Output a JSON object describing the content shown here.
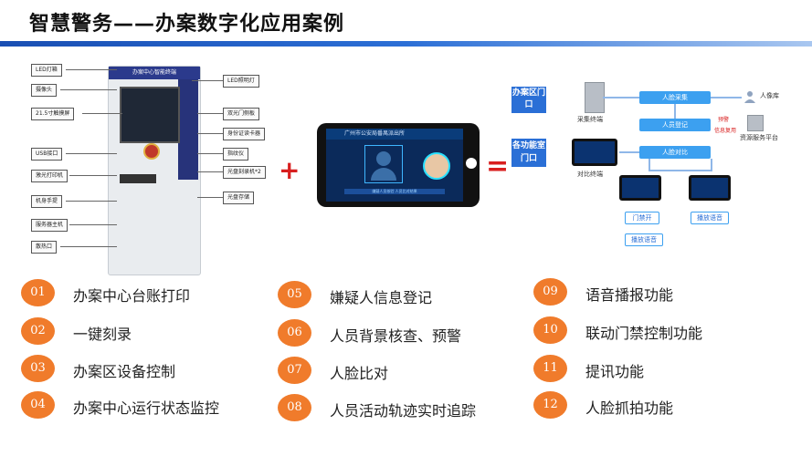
{
  "header": {
    "title": "智慧警务——办案数字化应用案例"
  },
  "kiosk": {
    "screen_title": "办案中心智能终端",
    "labels_left": [
      "LED灯箱",
      "摄像头",
      "21.5寸触摸屏",
      "USB接口",
      "激光打印机",
      "机身手提",
      "服务器主机",
      "散热口"
    ],
    "labels_right": [
      "LED照明灯",
      "双光门侧板",
      "身份证读卡器",
      "指纹仪",
      "光盘刻录机*2",
      "光盘存储"
    ]
  },
  "operators": {
    "plus": "+",
    "equals": "="
  },
  "phone": {
    "bar_title": "广州市公安局番禺派出所",
    "caption": "嫌疑人员核验 人员比对结果"
  },
  "flow": {
    "zone1": "办案区门口",
    "zone2": "各功能室门口",
    "collect_terminal": "采集终端",
    "compare_terminal": "对比终端",
    "face_collect": "人脸采集",
    "person_register": "人员登记",
    "face_compare": "人脸对比",
    "portrait_db": "人像库",
    "resource_platform": "资源服务平台",
    "warning": "预警",
    "info_review": "信息复用",
    "door_open": "门禁开",
    "play_voice_left": "播放语音",
    "play_voice_right": "播放语音"
  },
  "features": [
    {
      "num": "01",
      "label": "办案中心台账打印"
    },
    {
      "num": "02",
      "label": "一键刻录"
    },
    {
      "num": "03",
      "label": "办案区设备控制"
    },
    {
      "num": "04",
      "label": "办案中心运行状态监控"
    },
    {
      "num": "05",
      "label": "嫌疑人信息登记"
    },
    {
      "num": "06",
      "label": "人员背景核查、预警"
    },
    {
      "num": "07",
      "label": "人脸比对"
    },
    {
      "num": "08",
      "label": "人员活动轨迹实时追踪"
    },
    {
      "num": "09",
      "label": "语音播报功能"
    },
    {
      "num": "10",
      "label": "联动门禁控制功能"
    },
    {
      "num": "11",
      "label": "提讯功能"
    },
    {
      "num": "12",
      "label": "人脸抓拍功能"
    }
  ],
  "colors": {
    "accent": "#f07b2b",
    "brand": "#2a6fd6",
    "operator": "#d81f1f"
  }
}
